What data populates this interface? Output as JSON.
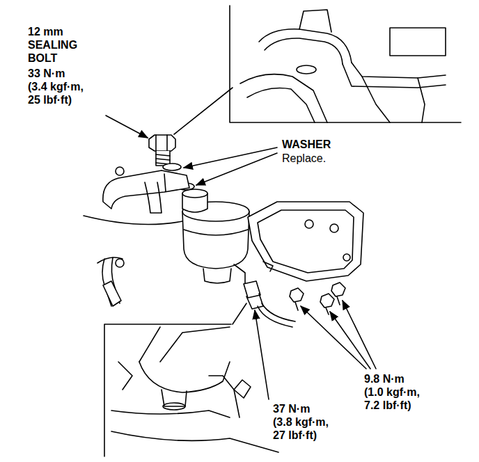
{
  "diagram": {
    "labels": [
      "12 mm",
      "SEALING",
      "BOLT",
      "33 N·m",
      "(3.4 kgf·m,",
      "25 lbf·ft)",
      "WASHER",
      "Replace.",
      "37 N·m",
      "(3.8 kgf·m,",
      "27 lbf·ft)",
      "9.8 N·m",
      "(1.0 kgf·m,",
      "7.2 lbf·ft)"
    ]
  }
}
